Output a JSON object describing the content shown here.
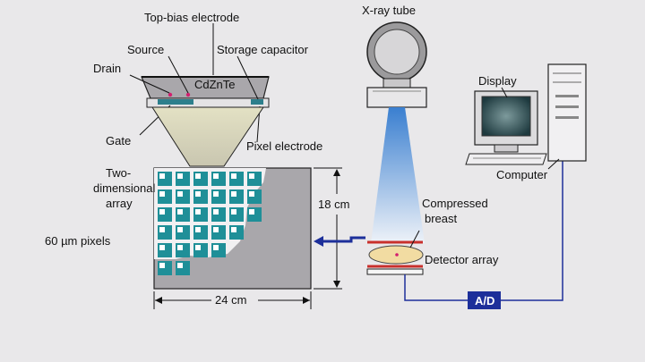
{
  "labels": {
    "top_bias_electrode": "Top-bias electrode",
    "source": "Source",
    "storage_capacitor": "Storage capacitor",
    "drain": "Drain",
    "cdznte": "CdZnTe",
    "gate": "Gate",
    "pixel_electrode": "Pixel electrode",
    "two_dimensional_line1": "Two-",
    "two_dimensional_line2": "dimensional",
    "two_dimensional_line3": "array",
    "pixels": "60 µm pixels",
    "height_dim": "18 cm",
    "width_dim": "24 cm",
    "xray_tube": "X-ray tube",
    "display": "Display",
    "computer": "Computer",
    "compressed_line1": "Compressed",
    "compressed_line2": "breast",
    "detector_array": "Detector array",
    "ad_converter": "A/D"
  },
  "colors": {
    "background": "#e9e8ea",
    "array_gray": "#a9a7ab",
    "pixel_teal": "#1f8f98",
    "tft_teal": "#2d7f8c",
    "beam_blue": "#3a7fd0",
    "signal_blue": "#1d2f9a",
    "detector_red": "#c9302c",
    "breast_fill": "#f2dca2"
  }
}
